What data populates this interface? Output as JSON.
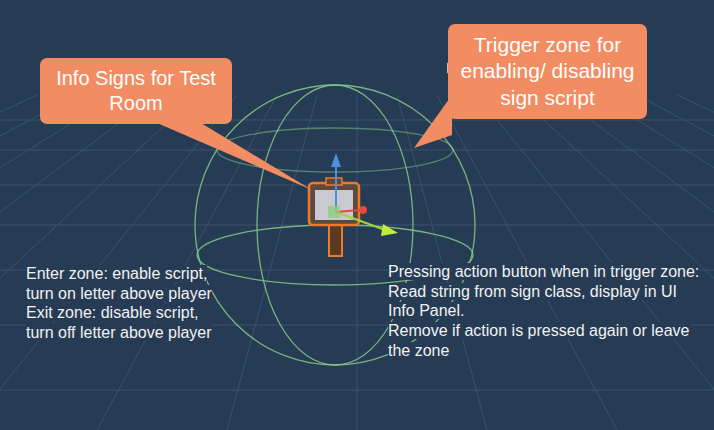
{
  "diagram": {
    "nodes": [
      {
        "text": [
          "Info Signs for Test Room"
        ]
      },
      {
        "text": [
          "Trigger zone for enabling/ disabling sign script"
        ]
      }
    ],
    "labels": [
      "Enter zone: enable script, turn on letter above player",
      "Exit zone: disable script, turn off letter above player",
      "Pressing action button when in trigger zone:",
      "Read string from sign class, display in UI Info Panel.",
      "Remove if action is pressed again or leave the zone"
    ]
  }
}
